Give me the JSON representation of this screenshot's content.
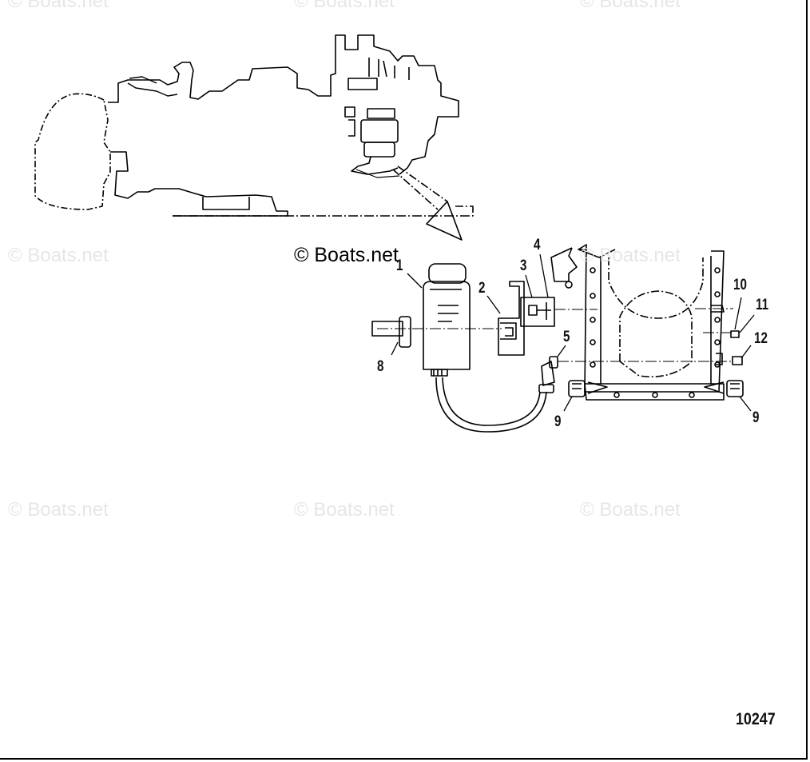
{
  "watermarks": {
    "faded": [
      "© Boats.net",
      "© Boats.net",
      "© Boats.net",
      "© Boats.net",
      "© Boats.net",
      "© Boats.net",
      "© Boats.net",
      "© Boats.net"
    ],
    "main": "© Boats.net"
  },
  "callouts": [
    "1",
    "2",
    "3",
    "4",
    "5",
    "8",
    "9",
    "9",
    "10",
    "11",
    "12"
  ],
  "figure_number": "10247"
}
